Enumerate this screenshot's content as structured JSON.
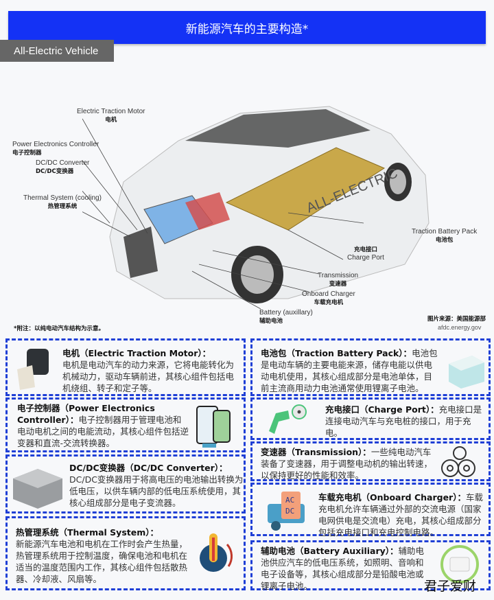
{
  "title": "新能源汽车的主要构造*",
  "tag": "All-Electric Vehicle",
  "labels": {
    "motor": {
      "en": "Electric Traction Motor",
      "zh": "电机"
    },
    "pec": {
      "en": "Power Electronics Controller",
      "zh": "电子控制器"
    },
    "dcdc": {
      "en": "DC/DC Converter",
      "zh": "DC/DC变换器"
    },
    "thermal": {
      "en": "Thermal System (cooling)",
      "zh": "热管理系统"
    },
    "battery": {
      "en": "Traction Battery Pack",
      "zh": "电池包"
    },
    "port": {
      "en": "Charge Port",
      "zh": "充电接口"
    },
    "trans": {
      "en": "Transmission",
      "zh": "变速器"
    },
    "charger": {
      "en": "Onboard Charger",
      "zh": "车载充电机"
    },
    "aux": {
      "en": "Battery (auxillary)",
      "zh": "辅助电池"
    }
  },
  "car_text": "ALL-ELECTRIC",
  "note": "*附注：以纯电动汽车结构为示意。",
  "source": "图片来源：美国能源部",
  "source_url": "afdc.energy.gov",
  "cards": {
    "motor": {
      "title": "电机（Electric Traction Motor）：",
      "body": "电机是电动汽车的动力来源，它将电能转化为机械动力，驱动车辆前进，其核心组件包括电机绕组、转子和定子等。"
    },
    "pec": {
      "title": "电子控制器（Power Electronics Controller）：",
      "body": "电子控制器用于管理电池和电动电机之间的电能流动，其核心组件包括逆变器和直流-交流转换器。"
    },
    "dcdc": {
      "title": "DC/DC变换器（DC/DC Converter）：",
      "body": "DC/DC变换器用于将高电压的电池输出转换为低电压，以供车辆内部的低电压系统使用，其核心组成部分是电子变流器。"
    },
    "thermal": {
      "title": "热管理系统（Thermal System）：",
      "body": "新能源汽车电池和电机在工作时会产生热量，热管理系统用于控制温度，确保电池和电机在适当的温度范围内工作，其核心组件包括散热器、冷却液、风扇等。"
    },
    "battery": {
      "title": "电池包（Traction Battery Pack）：",
      "body": "电池包是电动车辆的主要电能来源，储存电能以供电动电机使用，其核心组成部分是电池单体，目前主流商用动力电池通常使用锂离子电池。"
    },
    "port": {
      "title": "充电接口（Charge Port）：",
      "body": "充电接口是连接电动汽车与充电桩的接口，用于充电。"
    },
    "trans": {
      "title": "变速器（Transmission）：",
      "body": "一些纯电动汽车装备了变速器，用于调整电动机的输出转速，以保持更好的性能和效率。"
    },
    "charger": {
      "title": "车载充电机（Onboard Charger）：",
      "body": "车载充电机允许车辆通过外部的交流电源（国家电网供电是交流电）充电，其核心组成部分包括充电接口和充电控制电路。"
    },
    "aux": {
      "title": "辅助电池（Battery Auxiliary）：",
      "body": "辅助电池供应汽车的低电压系统，如照明、音响和电子设备等，其核心组成部分是铅酸电池或锂离子电池。"
    }
  },
  "icon_text": {
    "acdc_top": "AC",
    "acdc_bottom": "DC"
  },
  "watermark": "君子爱财"
}
